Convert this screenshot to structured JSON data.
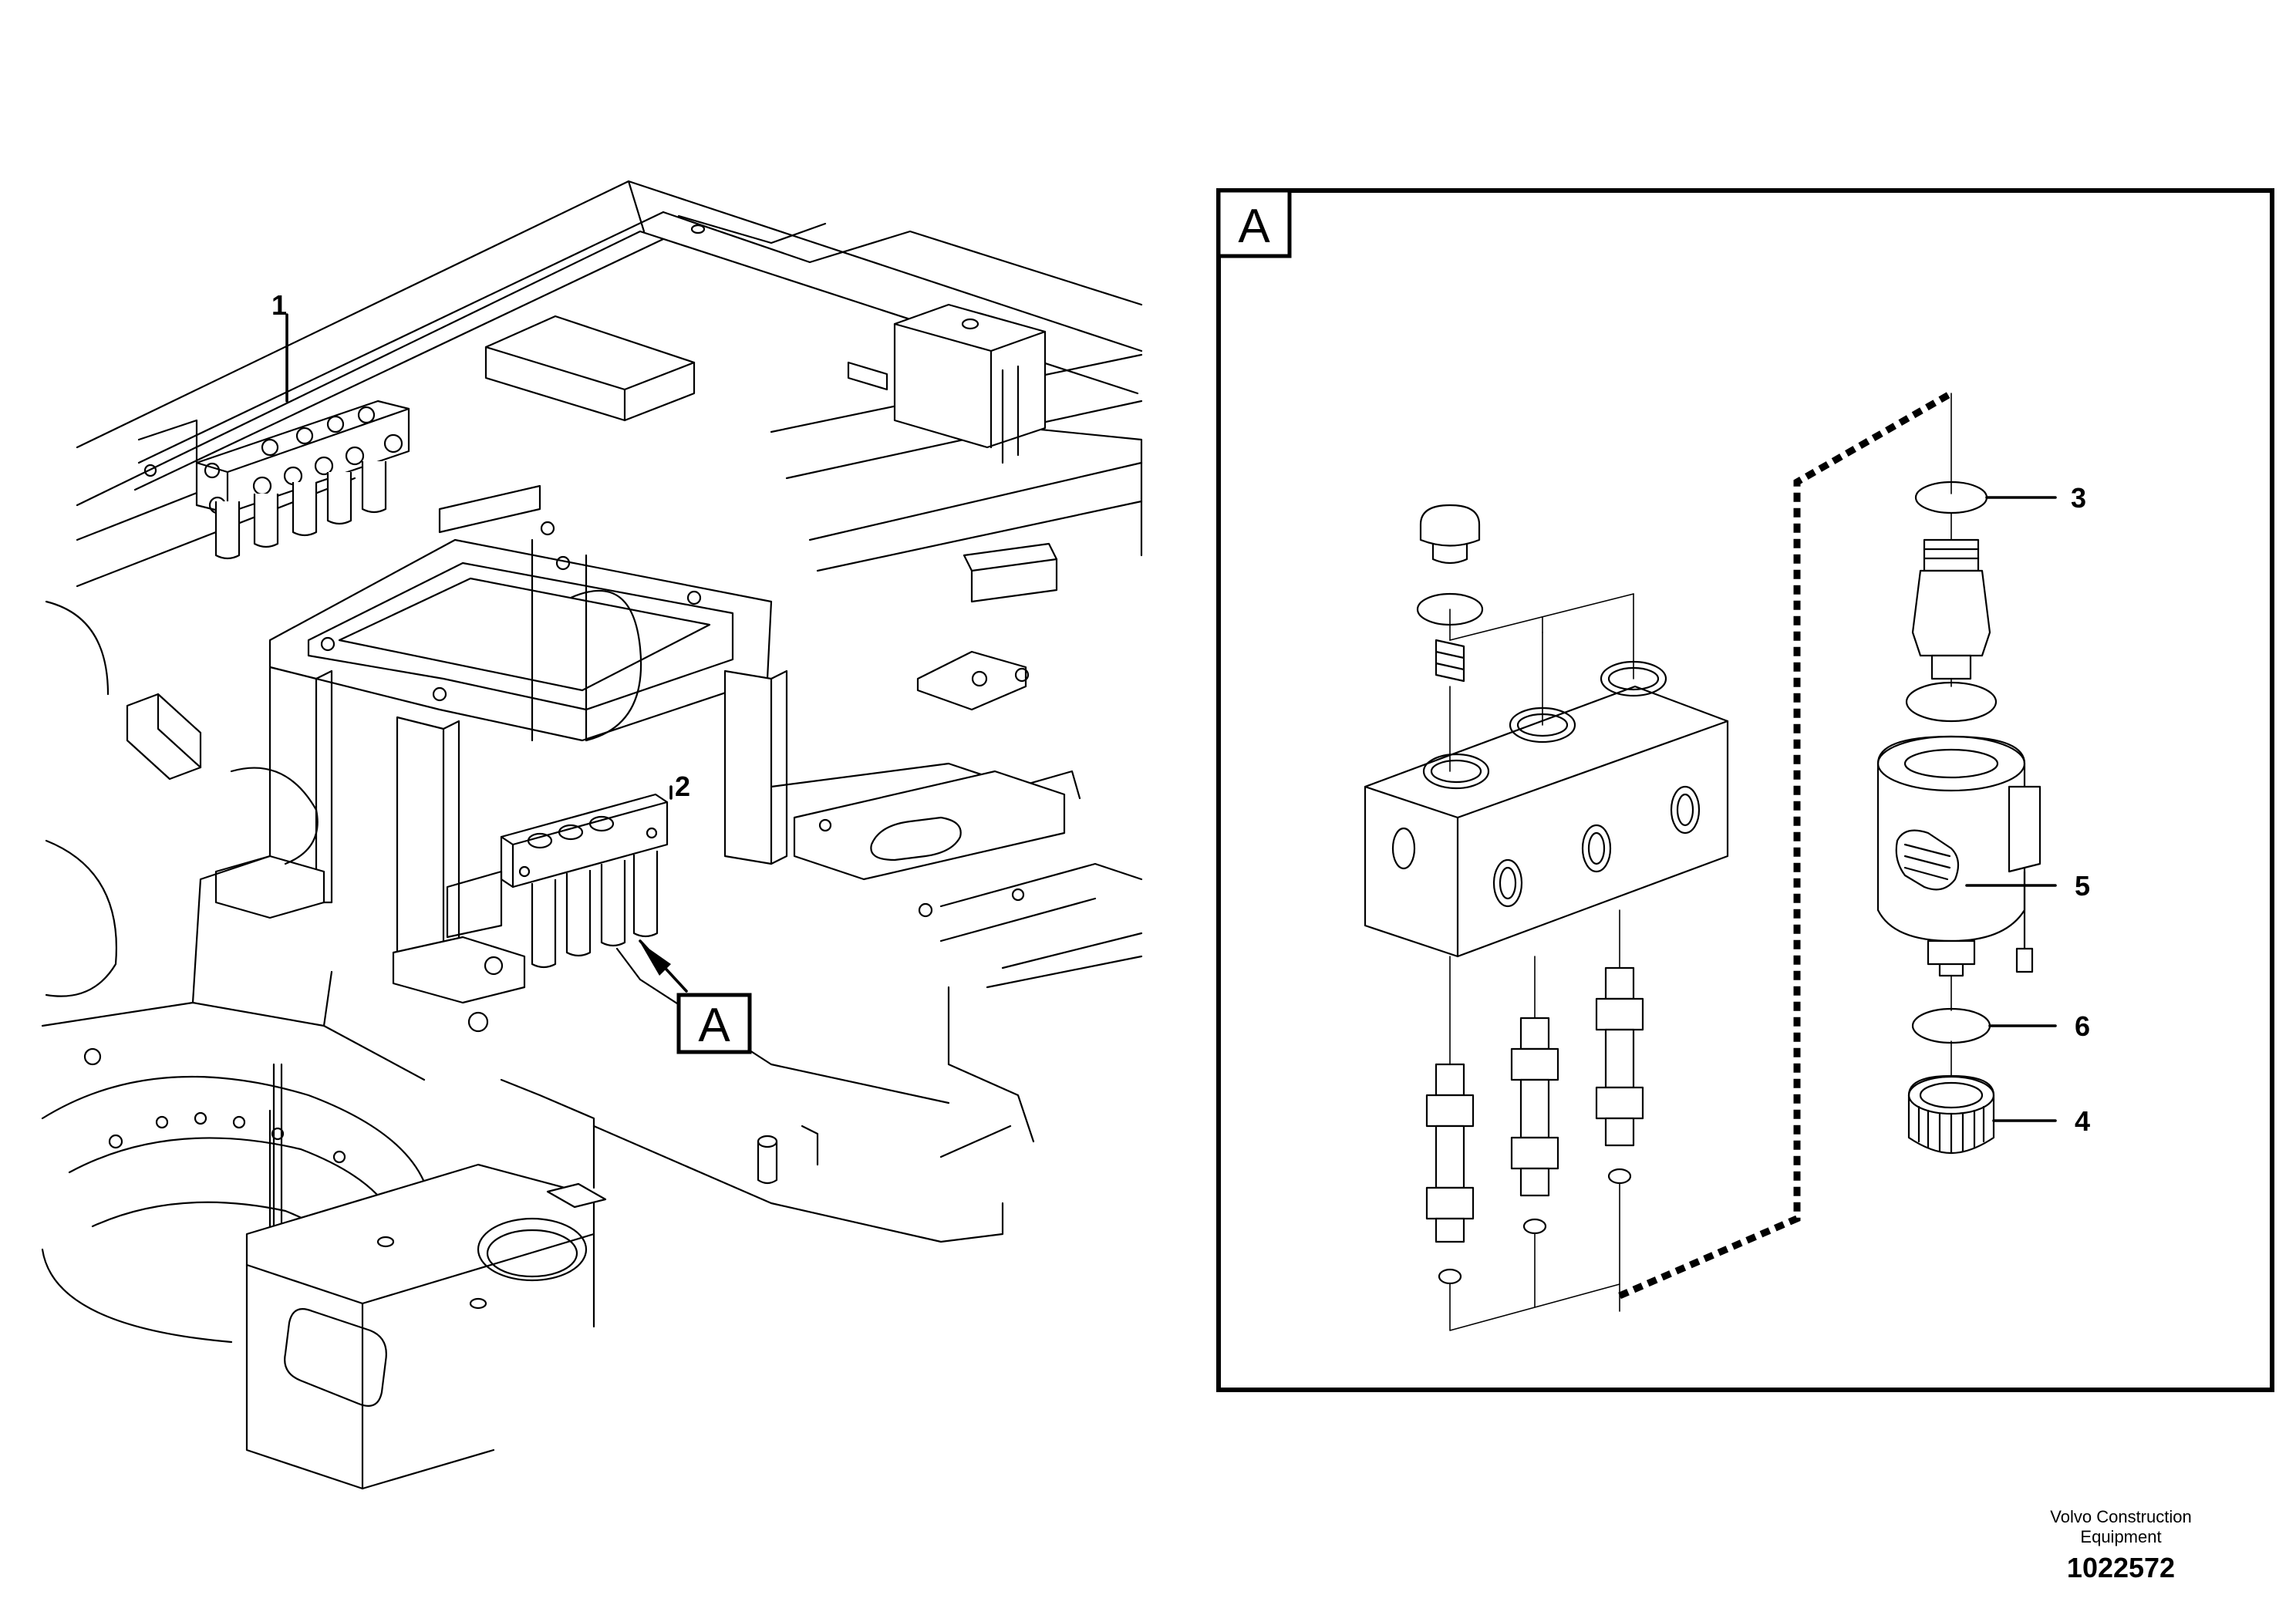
{
  "detail_view": {
    "label": "A"
  },
  "callout": {
    "label": "A"
  },
  "part_labels": {
    "p1": "1",
    "p2": "2",
    "p3": "3",
    "p4": "4",
    "p5": "5",
    "p6": "6"
  },
  "footer": {
    "company_line1": "Volvo Construction",
    "company_line2": "Equipment",
    "drawing_number": "1022572"
  }
}
